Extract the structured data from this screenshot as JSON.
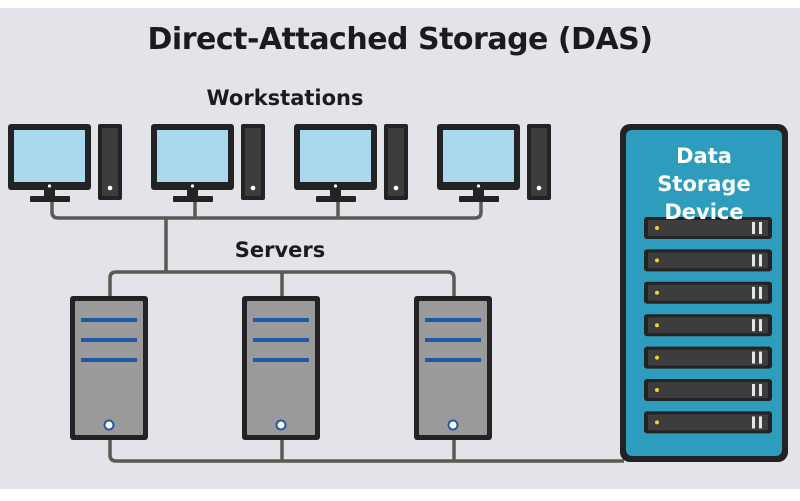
{
  "diagram": {
    "title": "Direct-Attached Storage (DAS)",
    "workstations_label": "Workstations",
    "servers_label": "Servers",
    "storage_label": "Data Storage Device",
    "workstation_count": 4,
    "server_count": 3,
    "storage_drive_count": 7
  },
  "colors": {
    "background": "#e2e4ea",
    "screen": "#a9d8ef",
    "device_outline": "#232323",
    "tower": "#3d3d3d",
    "server_body": "#9a9a9a",
    "server_stripe": "#1f58a6",
    "storage_fill": "#2e9cbc",
    "connector": "#5a5a52",
    "drive_led": "#f2d22e"
  }
}
